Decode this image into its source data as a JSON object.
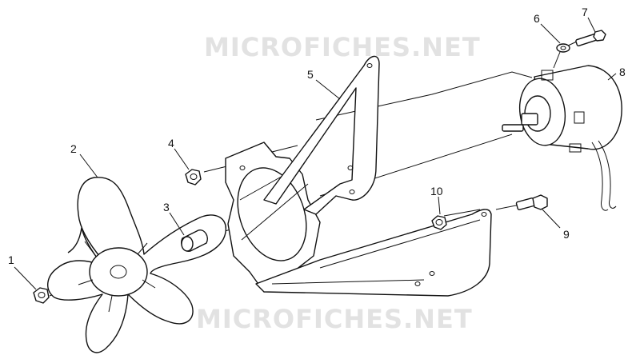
{
  "watermark_text": "MICROFICHES.NET",
  "callouts": {
    "c1": "1",
    "c2": "2",
    "c3": "3",
    "c4": "4",
    "c5": "5",
    "c6": "6",
    "c7": "7",
    "c8": "8",
    "c9": "9",
    "c10": "10"
  }
}
